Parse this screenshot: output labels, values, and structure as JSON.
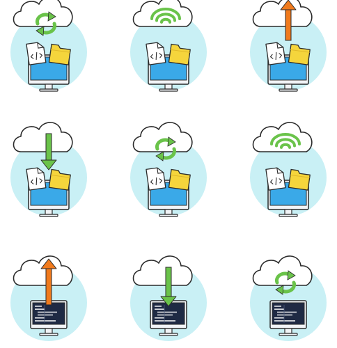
{
  "sheet": {
    "name": "cloud-computing-icon-set",
    "columns": 3,
    "rows": 3
  },
  "colors": {
    "circle": "#c9f0f5",
    "cloud_fill": "#ffffff",
    "outline": "#2b2b2b",
    "screen": "#3aa9e8",
    "screen_dark": "#2b7fc4",
    "monitor_body": "#f2f4f7",
    "folder": "#f5d53c",
    "folder_dark": "#e0b82a",
    "paper": "#ffffff",
    "sync_arrow": "#6ac34a",
    "down_arrow": "#6ac34a",
    "up_arrow": "#f07a1c",
    "code_screen": "#1f2a44",
    "code_line": "#ffffff"
  },
  "icons": [
    {
      "id": "cloud-sync-files",
      "cloud_symbol": "sync-arrows",
      "monitor_content": "file-and-folder"
    },
    {
      "id": "cloud-wifi-files",
      "cloud_symbol": "wifi-signal",
      "monitor_content": "file-and-folder"
    },
    {
      "id": "cloud-upload-files",
      "cloud_symbol": "up-arrow",
      "monitor_content": "file-and-folder"
    },
    {
      "id": "cloud-download-files",
      "cloud_symbol": "down-arrow",
      "monitor_content": "file-and-folder"
    },
    {
      "id": "cloud-sync-files-alt",
      "cloud_symbol": "sync-arrows",
      "monitor_content": "file-and-folder"
    },
    {
      "id": "cloud-wifi-files-alt",
      "cloud_symbol": "wifi-signal",
      "monitor_content": "file-and-folder"
    },
    {
      "id": "cloud-upload-code",
      "cloud_symbol": "up-arrow",
      "monitor_content": "code-screen"
    },
    {
      "id": "cloud-download-code",
      "cloud_symbol": "down-arrow",
      "monitor_content": "code-screen"
    },
    {
      "id": "cloud-sync-code",
      "cloud_symbol": "sync-arrows",
      "monitor_content": "code-screen"
    }
  ]
}
